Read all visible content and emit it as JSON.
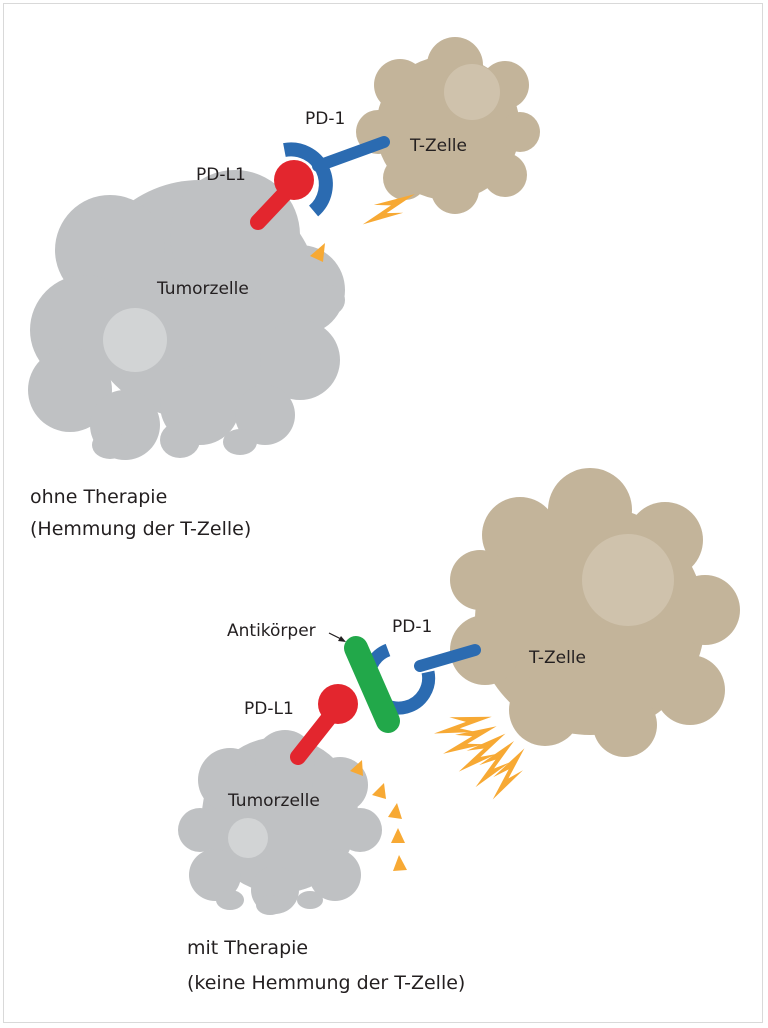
{
  "top_panel": {
    "pd1_label": "PD-1",
    "pdl1_label": "PD-L1",
    "tcell_label": "T-Zelle",
    "tumor_label": "Tumorzelle",
    "caption_line1": "ohne Therapie",
    "caption_line2": "(Hemmung der T-Zelle)"
  },
  "bottom_panel": {
    "antibody_label": "Antikörper",
    "pd1_label": "PD-1",
    "pdl1_label": "PD-L1",
    "tcell_label": "T-Zelle",
    "tumor_label": "Tumorzelle",
    "caption_line1": "mit Therapie",
    "caption_line2": "(keine Hemmung der T-Zelle)"
  },
  "colors": {
    "tcell": "#c3b49a",
    "tcell_nucleus": "#cfc2ac",
    "tumor": "#bfc1c3",
    "tumor_nucleus": "#d2d4d5",
    "pd1": "#2b6bb1",
    "pdl1": "#e3262e",
    "antibody": "#22a84a",
    "signal": "#f7a934",
    "text": "#231f20"
  },
  "icons": {
    "signal": "lightning-bolt-icon",
    "pointer": "arrow-icon"
  }
}
